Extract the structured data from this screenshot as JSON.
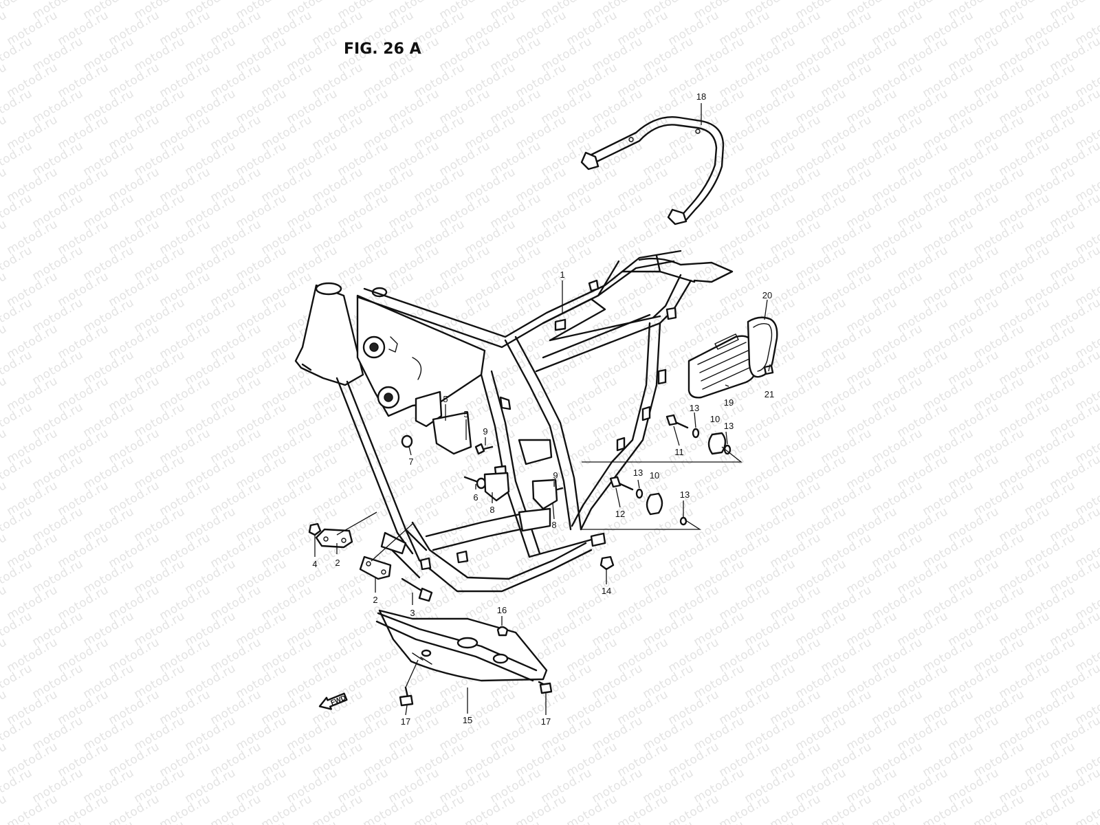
{
  "figure": {
    "title": "FIG. 26 A",
    "watermark": "motod.ru",
    "forward_label": "FWD"
  },
  "callouts": [
    {
      "id": "c1",
      "label": "1"
    },
    {
      "id": "c2a",
      "label": "2"
    },
    {
      "id": "c2b",
      "label": "2"
    },
    {
      "id": "c3",
      "label": "3"
    },
    {
      "id": "c4",
      "label": "4"
    },
    {
      "id": "c5a",
      "label": "5"
    },
    {
      "id": "c5b",
      "label": "5"
    },
    {
      "id": "c6",
      "label": "6"
    },
    {
      "id": "c7",
      "label": "7"
    },
    {
      "id": "c8a",
      "label": "8"
    },
    {
      "id": "c8b",
      "label": "8"
    },
    {
      "id": "c9a",
      "label": "9"
    },
    {
      "id": "c9b",
      "label": "9"
    },
    {
      "id": "c10a",
      "label": "10"
    },
    {
      "id": "c10b",
      "label": "10"
    },
    {
      "id": "c11",
      "label": "11"
    },
    {
      "id": "c12",
      "label": "12"
    },
    {
      "id": "c13a",
      "label": "13"
    },
    {
      "id": "c13b",
      "label": "13"
    },
    {
      "id": "c13c",
      "label": "13"
    },
    {
      "id": "c13d",
      "label": "13"
    },
    {
      "id": "c14",
      "label": "14"
    },
    {
      "id": "c15",
      "label": "15"
    },
    {
      "id": "c16",
      "label": "16"
    },
    {
      "id": "c17a",
      "label": "17"
    },
    {
      "id": "c17b",
      "label": "17"
    },
    {
      "id": "c18",
      "label": "18"
    },
    {
      "id": "c19",
      "label": "19"
    },
    {
      "id": "c20",
      "label": "20"
    },
    {
      "id": "c21",
      "label": "21"
    }
  ],
  "colors": {
    "ink": "#111111",
    "watermark": "#e3e3e3",
    "background": "#ffffff"
  }
}
